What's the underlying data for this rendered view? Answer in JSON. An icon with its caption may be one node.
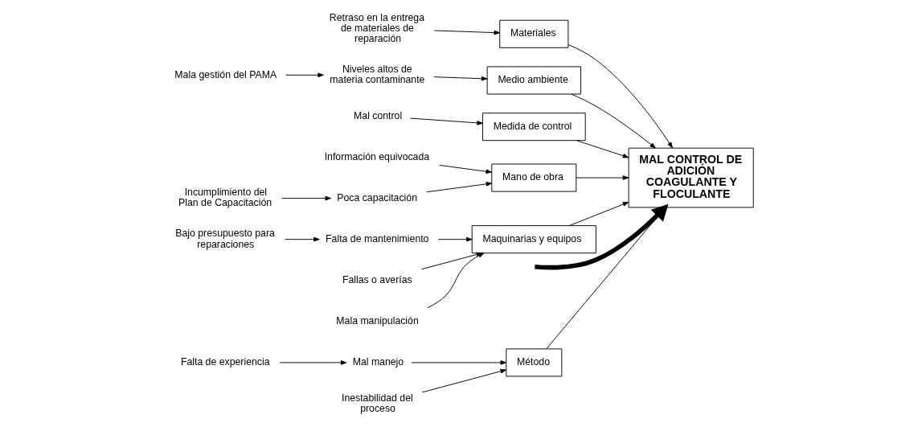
{
  "diagram": {
    "nodes": [
      {
        "text": [
          "Método"
        ]
      },
      {
        "text": [
          "Materiales"
        ]
      },
      {
        "text": [
          "Medio ambiente"
        ]
      },
      {
        "text": [
          "MAL CONTROL DE ADICIÓN COAGULANTE Y FLOCULANTE"
        ]
      },
      {
        "text": [
          "Medida de control"
        ]
      },
      {
        "text": [
          "Mano de obra"
        ]
      },
      {
        "text": [
          "Maquinarias y equipos"
        ]
      },
      {
        "text": [
          "Mal manejo"
        ]
      },
      {
        "text": [
          "Falta de experiencia"
        ]
      },
      {
        "text": [
          "Inestabilidad del proceso"
        ]
      },
      {
        "text": [
          "Retraso en la entrega de materiales de reparación"
        ]
      },
      {
        "text": [
          "Niveles altos de materia contaminante"
        ]
      },
      {
        "text": [
          "Mala gestión del PAMA"
        ]
      },
      {
        "text": [
          "Información equivocada"
        ]
      },
      {
        "text": [
          "Poca capacitación"
        ]
      },
      {
        "text": [
          "Incumplimiento del Plan de Capacitación"
        ]
      },
      {
        "text": [
          "Mal control"
        ]
      },
      {
        "text": [
          "Falta de mantenimiento"
        ]
      },
      {
        "text": [
          "Bajo presupuesto para reparaciones"
        ]
      },
      {
        "text": [
          "Fallas o averías"
        ]
      },
      {
        "text": [
          "Mala manipulación"
        ]
      }
    ],
    "edges": [
      {
        "from": null,
        "to": 3,
        "arrow": "to",
        "style": "thick"
      },
      {
        "from": 0,
        "to": 3,
        "arrow": "to"
      },
      {
        "from": 1,
        "to": 3,
        "arrow": "to"
      },
      {
        "from": 2,
        "to": 3,
        "arrow": "to"
      },
      {
        "from": 4,
        "to": 3,
        "arrow": "to"
      },
      {
        "from": 5,
        "to": 3,
        "arrow": "to"
      },
      {
        "from": 6,
        "to": 3,
        "arrow": "to"
      },
      {
        "from": 7,
        "to": 0,
        "arrow": "to"
      },
      {
        "from": 8,
        "to": 7,
        "arrow": "to"
      },
      {
        "from": 9,
        "to": 0,
        "arrow": "to"
      },
      {
        "from": 10,
        "to": 1,
        "arrow": "to"
      },
      {
        "from": 11,
        "to": 2,
        "arrow": "to"
      },
      {
        "from": 12,
        "to": 11,
        "arrow": "to"
      },
      {
        "from": 13,
        "to": 5,
        "arrow": "to"
      },
      {
        "from": 14,
        "to": 5,
        "arrow": "to"
      },
      {
        "from": 15,
        "to": 14,
        "arrow": "to"
      },
      {
        "from": 16,
        "to": 4,
        "arrow": "to"
      },
      {
        "from": 17,
        "to": 6,
        "arrow": "to"
      },
      {
        "from": 18,
        "to": 17,
        "arrow": "to"
      },
      {
        "from": 19,
        "to": 6,
        "arrow": "to"
      },
      {
        "from": 20,
        "to": 6,
        "arrow": "to"
      }
    ]
  }
}
